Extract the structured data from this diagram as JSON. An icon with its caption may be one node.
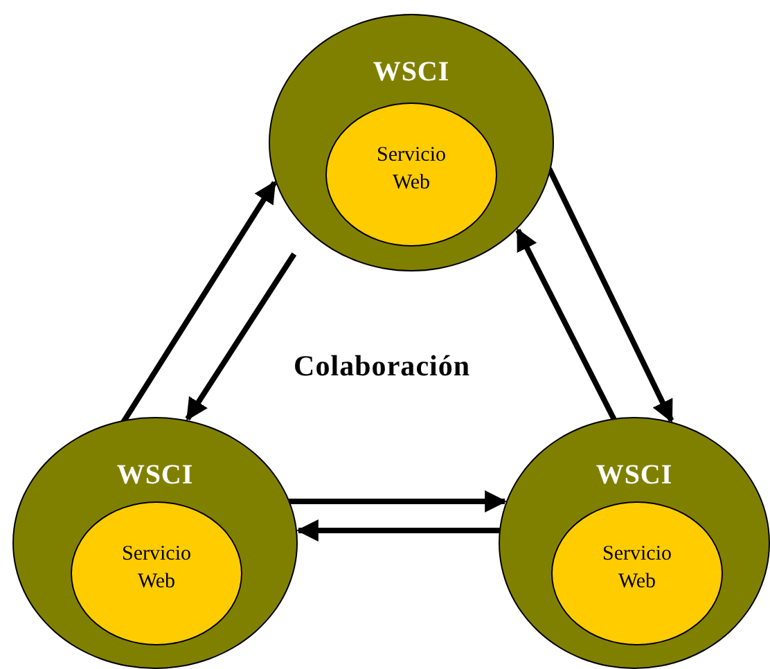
{
  "diagram": {
    "nodes": [
      {
        "text": [
          "WSCI"
        ]
      },
      {
        "text": [
          "Servicio Web"
        ],
        "in": 0
      },
      {
        "text": [
          "WSCI"
        ]
      },
      {
        "text": [
          "Servicio Web"
        ],
        "in": 2
      },
      {
        "text": [
          "WSCI"
        ]
      },
      {
        "text": [
          "Servicio Web"
        ],
        "in": 4
      }
    ],
    "edges": [
      {
        "from": 2,
        "to": 0,
        "arrow": "to"
      },
      {
        "from": 0,
        "to": 2,
        "arrow": "to"
      },
      {
        "from": 0,
        "to": 4,
        "arrow": "to"
      },
      {
        "from": 4,
        "to": 0,
        "arrow": "to"
      },
      {
        "from": 2,
        "to": 4,
        "arrow": "to"
      },
      {
        "from": 4,
        "to": 2,
        "arrow": "to"
      }
    ],
    "labels": [
      "Colaboración"
    ]
  }
}
